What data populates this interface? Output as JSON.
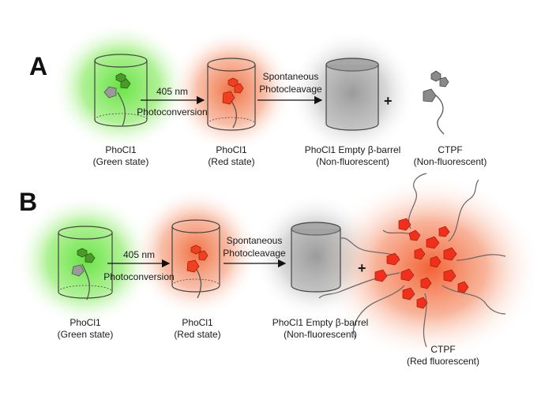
{
  "panels": {
    "a": {
      "letter": "A",
      "arrow1_top": "405 nm",
      "arrow1_bottom": "Photoconversion",
      "arrow2_top": "Spontaneous",
      "arrow2_bottom": "Photocleavage",
      "plus": "+",
      "labels": [
        {
          "line1": "PhoCl1",
          "line2": "(Green state)"
        },
        {
          "line1": "PhoCl1",
          "line2": "(Red state)"
        },
        {
          "line1": "PhoCl1 Empty β-barrel",
          "line2": "(Non-fluorescent)"
        },
        {
          "line1": "CTPF",
          "line2": "(Non-fluorescent)"
        }
      ]
    },
    "b": {
      "letter": "B",
      "arrow1_top": "405 nm",
      "arrow1_bottom": "Photoconversion",
      "arrow2_top": "Spontaneous",
      "arrow2_bottom": "Photocleavage",
      "plus": "+",
      "labels": [
        {
          "line1": "PhoCl1",
          "line2": "(Green state)"
        },
        {
          "line1": "PhoCl1",
          "line2": "(Red state)"
        },
        {
          "line1": "PhoCl1 Empty β-barrel",
          "line2": "(Non-fluorescent)"
        },
        {
          "line1": "CTPF",
          "line2": "(Red fluorescent)"
        }
      ]
    }
  },
  "colors": {
    "green_glow": "#5fe23a",
    "red_glow": "#f06a3a",
    "gray_glow": "#9a9a9a",
    "green_chrom": "#4a9a2a",
    "red_chrom": "#f04020",
    "gray_chrom": "#8a8a8a"
  }
}
